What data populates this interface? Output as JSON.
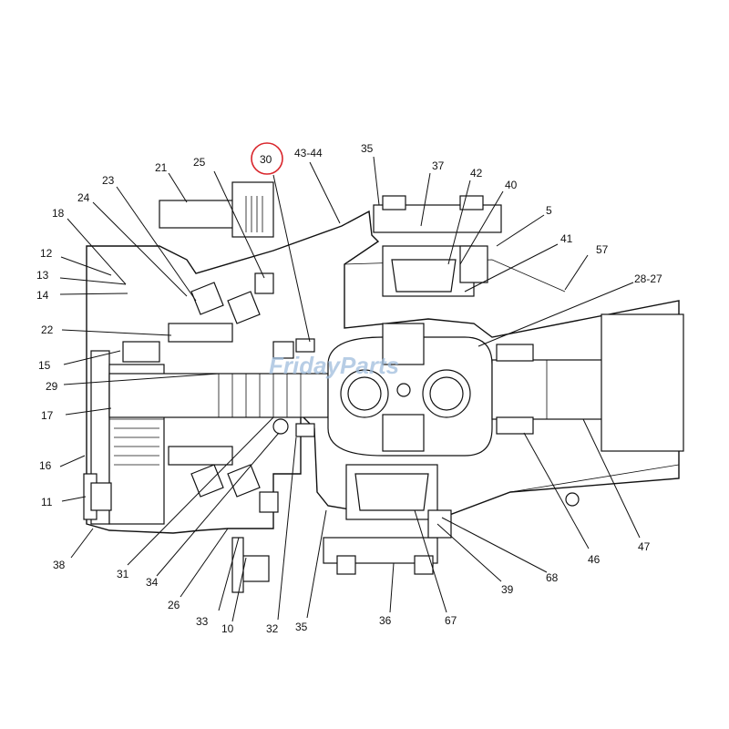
{
  "watermark": "FridayParts",
  "highlight": {
    "label": "30",
    "color": "#d9262c"
  },
  "callouts": [
    {
      "id": "43-44",
      "text": "43-44"
    },
    {
      "id": "35-top",
      "text": "35"
    },
    {
      "id": "37",
      "text": "37"
    },
    {
      "id": "42",
      "text": "42"
    },
    {
      "id": "40",
      "text": "40"
    },
    {
      "id": "5",
      "text": "5"
    },
    {
      "id": "41",
      "text": "41"
    },
    {
      "id": "57",
      "text": "57"
    },
    {
      "id": "28-27",
      "text": "28-27"
    },
    {
      "id": "21",
      "text": "21"
    },
    {
      "id": "25",
      "text": "25"
    },
    {
      "id": "23",
      "text": "23"
    },
    {
      "id": "24",
      "text": "24"
    },
    {
      "id": "18",
      "text": "18"
    },
    {
      "id": "12",
      "text": "12"
    },
    {
      "id": "13",
      "text": "13"
    },
    {
      "id": "14",
      "text": "14"
    },
    {
      "id": "22",
      "text": "22"
    },
    {
      "id": "15",
      "text": "15"
    },
    {
      "id": "29",
      "text": "29"
    },
    {
      "id": "17",
      "text": "17"
    },
    {
      "id": "16",
      "text": "16"
    },
    {
      "id": "11",
      "text": "11"
    },
    {
      "id": "38",
      "text": "38"
    },
    {
      "id": "31",
      "text": "31"
    },
    {
      "id": "34",
      "text": "34"
    },
    {
      "id": "26",
      "text": "26"
    },
    {
      "id": "33",
      "text": "33"
    },
    {
      "id": "10",
      "text": "10"
    },
    {
      "id": "32",
      "text": "32"
    },
    {
      "id": "35-bottom",
      "text": "35"
    },
    {
      "id": "36",
      "text": "36"
    },
    {
      "id": "67",
      "text": "67"
    },
    {
      "id": "39",
      "text": "39"
    },
    {
      "id": "68",
      "text": "68"
    },
    {
      "id": "46",
      "text": "46"
    },
    {
      "id": "47",
      "text": "47"
    }
  ]
}
